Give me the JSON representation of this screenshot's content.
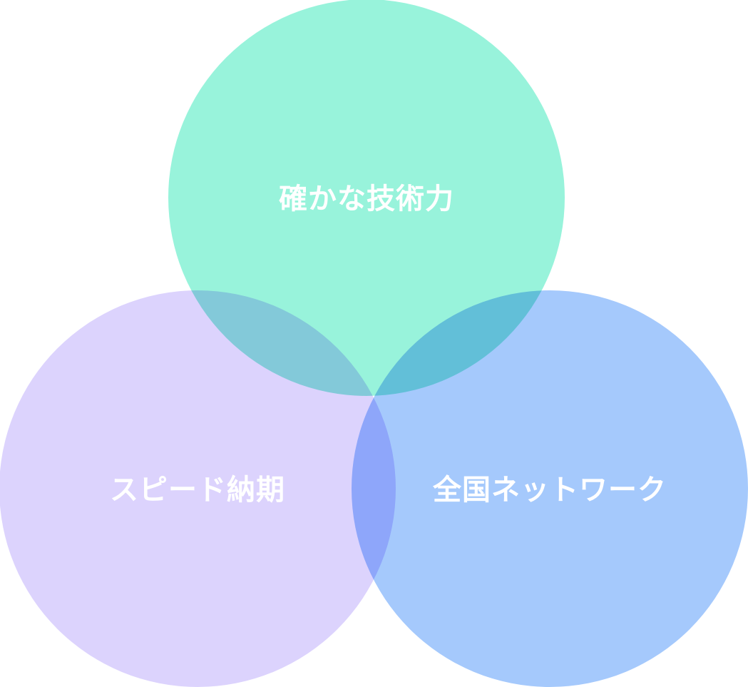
{
  "diagram": {
    "type": "venn",
    "sets": [
      {
        "id": "tech",
        "label": "確かな技術力",
        "color": "#98F3DB"
      },
      {
        "id": "speed",
        "label": "スピード納期",
        "color": "#DCD3FD"
      },
      {
        "id": "network",
        "label": "全国ネットワーク",
        "color": "#A5C9FC"
      }
    ]
  }
}
